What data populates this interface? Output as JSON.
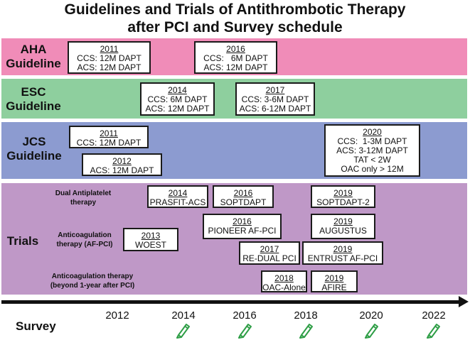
{
  "title": {
    "line1": "Guidelines and Trials of Antithrombotic Therapy",
    "line2": "after PCI and Survey schedule"
  },
  "colors": {
    "aha_band": "#f08cb8",
    "esc_band": "#8ecf9e",
    "jcs_band": "#8c9bd0",
    "trials_band": "#bf98c7",
    "pencil": "#2e9e46"
  },
  "aha": {
    "label_line1": "AHA",
    "label_line2": "Guideline",
    "g2011": {
      "year": "2011",
      "line1": "CCS: 12M DAPT",
      "line2": "ACS: 12M DAPT"
    },
    "g2016": {
      "year": "2016",
      "line1": "CCS:   6M DAPT",
      "line2": "ACS: 12M DAPT"
    }
  },
  "esc": {
    "label_line1": "ESC",
    "label_line2": "Guideline",
    "g2014": {
      "year": "2014",
      "line1": "CCS: 6M DAPT",
      "line2": "ACS: 12M DAPT"
    },
    "g2017": {
      "year": "2017",
      "line1": "CCS: 3-6M DAPT",
      "line2": "ACS: 6-12M DAPT"
    }
  },
  "jcs": {
    "label_line1": "JCS",
    "label_line2": "Guideline",
    "g2011": {
      "year": "2011",
      "line1": "CCS: 12M DAPT"
    },
    "g2012": {
      "year": "2012",
      "line1": "ACS: 12M DAPT"
    },
    "g2020": {
      "year": "2020",
      "line1": "CCS:  1-3M DAPT",
      "line2": "ACS: 3-12M DAPT",
      "line3": "TAT < 2W",
      "line4": "OAC only > 12M"
    }
  },
  "trials": {
    "label": "Trials",
    "dapt_label_line1": "Dual Antiplatelet",
    "dapt_label_line2": "therapy",
    "oac_label_line1": "Anticoagulation",
    "oac_label_line2": "therapy (AF-PCI)",
    "beyond_label_line1": "Anticoagulation therapy",
    "beyond_label_line2": "(beyond 1-year after PCI)",
    "t_prasfit": {
      "year": "2014",
      "name": "PRASFIT-ACS"
    },
    "t_soptdapt": {
      "year": "2016",
      "name": "SOPTDAPT"
    },
    "t_soptdapt2": {
      "year": "2019",
      "name": "SOPTDAPT-2"
    },
    "t_woest": {
      "year": "2013",
      "name": "WOEST"
    },
    "t_pioneer": {
      "year": "2016",
      "name": "PIONEER AF-PCI"
    },
    "t_augustus": {
      "year": "2019",
      "name": "AUGUSTUS"
    },
    "t_redual": {
      "year": "2017",
      "name": "RE-DUAL PCI"
    },
    "t_entrust": {
      "year": "2019",
      "name": "ENTRUST AF-PCI"
    },
    "t_oacalone": {
      "year": "2018",
      "name": "OAC-Alone"
    },
    "t_afire": {
      "year": "2019",
      "name": "AFIRE"
    }
  },
  "timeline": {
    "ticks": [
      "2012",
      "2014",
      "2016",
      "2018",
      "2020",
      "2022"
    ],
    "survey_label": "Survey",
    "pencil_icon": "pencil-icon",
    "survey_years": [
      "2014",
      "2016",
      "2018",
      "2020",
      "2022"
    ]
  }
}
